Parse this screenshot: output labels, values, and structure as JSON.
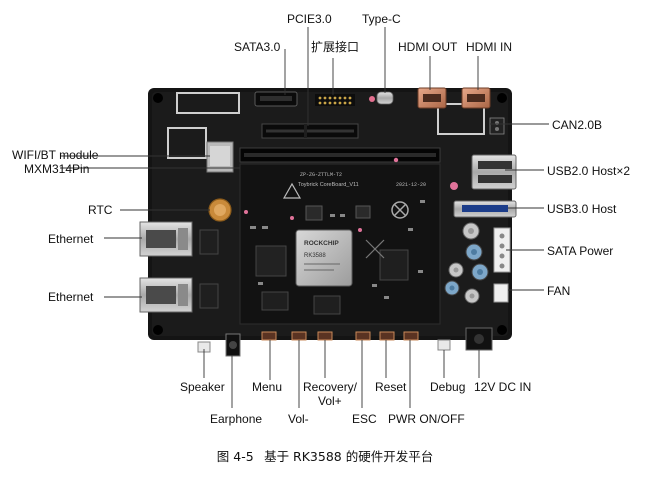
{
  "labels": {
    "pcie": "PCIE3.0",
    "typec": "Type-C",
    "sata30": "SATA3.0",
    "expansion": "扩展接口",
    "hdmi_out": "HDMI OUT",
    "hdmi_in": "HDMI IN",
    "can": "CAN2.0B",
    "wifi_bt": "WIFI/BT module",
    "mxm": "MXM314Pin",
    "usb20": "USB2.0 Host×2",
    "rtc": "RTC",
    "usb30": "USB3.0 Host",
    "ethernet_1": "Ethernet",
    "sata_power": "SATA Power",
    "ethernet_2": "Ethernet",
    "fan": "FAN",
    "speaker": "Speaker",
    "menu": "Menu",
    "recovery": "Recovery/",
    "volplus": "Vol+",
    "reset": "Reset",
    "debug": "Debug",
    "dcin": "12V DC IN",
    "earphone": "Earphone",
    "volminus": "Vol-",
    "esc": "ESC",
    "pwr": "PWR ON/OFF"
  },
  "board_text": {
    "soc_brand": "ROCKCHIP",
    "soc_model": "RK3588",
    "silk_1": "ZP-ZG-ZTTLM-T2",
    "silk_2": "Toybrick CoreBoard_V11",
    "silk_3": "2021-12-20"
  },
  "caption": {
    "fig_num": "图 4-5",
    "text": "基于 RK3588 的硬件开发平台"
  }
}
